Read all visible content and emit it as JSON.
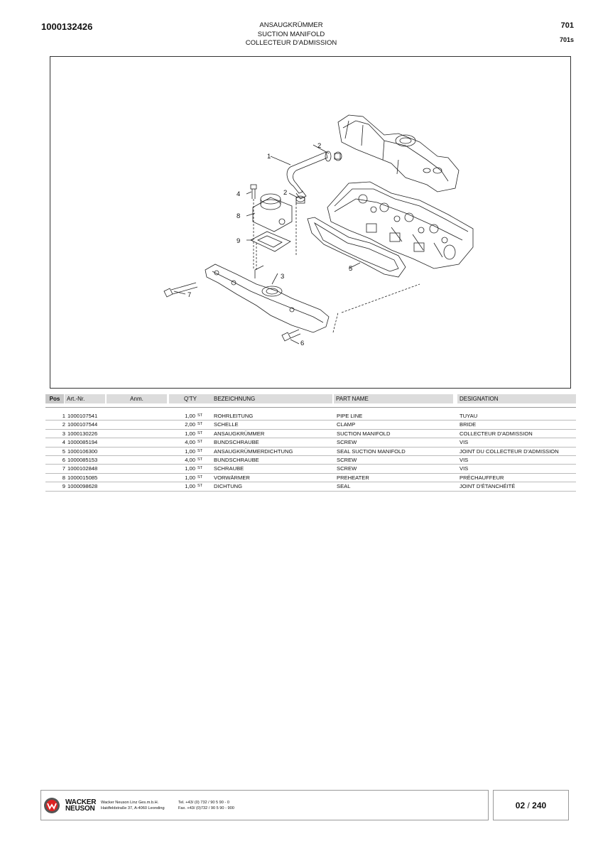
{
  "header": {
    "doc_number": "1000132426",
    "title_de": "ANSAUGKRÜMMER",
    "title_en": "SUCTION MANIFOLD",
    "title_fr": "COLLECTEUR D'ADMISSION",
    "page_code": "701",
    "page_subcode": "701s"
  },
  "diagram": {
    "callouts": [
      "1",
      "2",
      "2",
      "3",
      "4",
      "5",
      "6",
      "7",
      "8",
      "9"
    ]
  },
  "table": {
    "headers": {
      "pos": "Pos",
      "art_nr": "Art.-Nr.",
      "anm": "Anm.",
      "qty": "Q'TY",
      "bezeichnung": "BEZEICHNUNG",
      "part_name": "PART NAME",
      "designation": "DESIGNATION"
    },
    "rows": [
      {
        "pos": "1",
        "art": "1000107541",
        "qty": "1,00",
        "unit": "ST",
        "de": "ROHRLEITUNG",
        "en": "PIPE LINE",
        "fr": "TUYAU"
      },
      {
        "pos": "2",
        "art": "1000107544",
        "qty": "2,00",
        "unit": "ST",
        "de": "SCHELLE",
        "en": "CLAMP",
        "fr": "BRIDE"
      },
      {
        "pos": "3",
        "art": "1000130226",
        "qty": "1,00",
        "unit": "ST",
        "de": "ANSAUGKRÜMMER",
        "en": "SUCTION MANIFOLD",
        "fr": "COLLECTEUR D'ADMISSION"
      },
      {
        "pos": "4",
        "art": "1000085194",
        "qty": "4,00",
        "unit": "ST",
        "de": "BUNDSCHRAUBE",
        "en": "SCREW",
        "fr": "VIS"
      },
      {
        "pos": "5",
        "art": "1000106300",
        "qty": "1,00",
        "unit": "ST",
        "de": "ANSAUGKRÜMMERDICHTUNG",
        "en": "SEAL SUCTION MANIFOLD",
        "fr": "JOINT DU COLLECTEUR D'ADMISSION"
      },
      {
        "pos": "6",
        "art": "1000085153",
        "qty": "4,00",
        "unit": "ST",
        "de": "BUNDSCHRAUBE",
        "en": "SCREW",
        "fr": "VIS"
      },
      {
        "pos": "7",
        "art": "1000102848",
        "qty": "1,00",
        "unit": "ST",
        "de": "SCHRAUBE",
        "en": "SCREW",
        "fr": "VIS"
      },
      {
        "pos": "8",
        "art": "1000015085",
        "qty": "1,00",
        "unit": "ST",
        "de": "VORWÄRMER",
        "en": "PREHEATER",
        "fr": "PRÉCHAUFFEUR"
      },
      {
        "pos": "9",
        "art": "1000098628",
        "qty": "1,00",
        "unit": "ST",
        "de": "DICHTUNG",
        "en": "SEAL",
        "fr": "JOINT D'ÉTANCHÉITÉ"
      }
    ]
  },
  "footer": {
    "brand_line1": "WACKER",
    "brand_line2": "NEUSON",
    "company": "Wacker Neuson Linz  Ges.m.b.H.",
    "address": "Haidfeldstraße 37, A-4060 Leonding",
    "tel": "Tel. +43/ (0) 732 / 90 5 90 - 0",
    "fax": "Fax. +43/ (0)732 / 90 5 90 - 900",
    "page_current": "02",
    "page_sep": "/",
    "page_total": "240"
  }
}
